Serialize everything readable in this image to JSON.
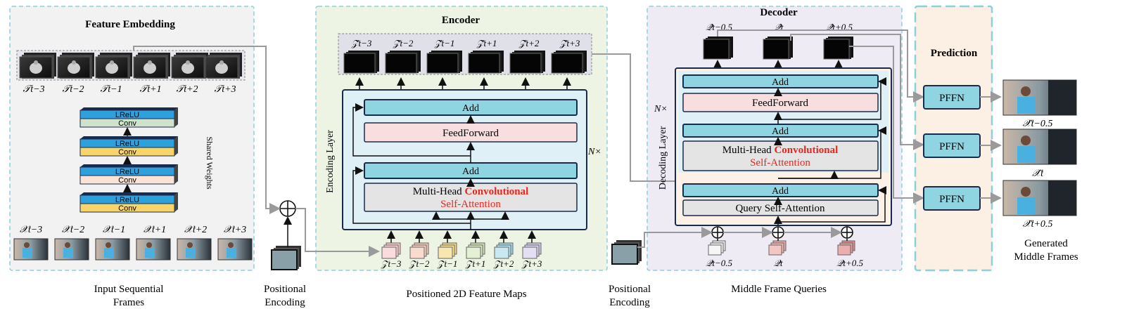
{
  "feature_embedding": {
    "title": "Feature Embedding",
    "shared_weights": "Shared Weights",
    "layers": [
      "LReLU",
      "Conv",
      "LReLU",
      "Conv",
      "LReLU",
      "Conv",
      "LReLU",
      "Conv"
    ],
    "feature_labels": [
      "𝒯t−3",
      "𝒯t−2",
      "𝒯t−1",
      "𝒯t+1",
      "𝒯t+2",
      "𝒯t+3"
    ],
    "input_labels": [
      "𝒳t−3",
      "𝒳t−2",
      "𝒳t−1",
      "𝒳t+1",
      "𝒳t+2",
      "𝒳t+3"
    ]
  },
  "encoder": {
    "title": "Encoder",
    "layer_label": "Encoding Layer",
    "n_label": "N×",
    "add_1": "Add",
    "feedforward": "FeedForward",
    "add_2": "Add",
    "mhca_prefix": "Multi-Head ",
    "mhca_emph": "Convolutional",
    "mhca_suffix": "Self-Attention",
    "output_labels": [
      "𝒵̂t−3",
      "𝒵̂t−2",
      "𝒵̂t−1",
      "𝒵̂t+1",
      "𝒵̂t+2",
      "𝒵̂t+3"
    ],
    "input_labels": [
      "𝒵t−3",
      "𝒵t−2",
      "𝒵t−1",
      "𝒵t+1",
      "𝒵t+2",
      "𝒵t+3"
    ]
  },
  "decoder": {
    "title": "Decoder",
    "layer_label": "Decoding Layer",
    "n_label": "N×",
    "add_top": "Add",
    "feedforward": "FeedForward",
    "add_mid": "Add",
    "mhca_prefix": "Multi-Head ",
    "mhca_emph": "Convolutional",
    "mhca_suffix": "Self-Attention",
    "add_bottom": "Add",
    "query_attention": "Query Self-Attention",
    "output_labels": [
      "𝒬̂t−0.5",
      "𝒬̂t",
      "𝒬̂t+0.5"
    ],
    "query_labels": [
      "𝒬t−0.5",
      "𝒬t",
      "𝒬t+0.5"
    ]
  },
  "prediction": {
    "title": "Prediction",
    "pffn_labels": [
      "PFFN",
      "PFFN",
      "PFFN"
    ],
    "output_labels": [
      "𝒳̂t−0.5",
      "𝒳̂t",
      "𝒳̂t+0.5"
    ]
  },
  "captions": {
    "input_sequential_frames": [
      "Input Sequential",
      "Frames"
    ],
    "positional_encoding_1": [
      "Positional",
      "Encoding"
    ],
    "positioned_feature_maps": "Positioned 2D Feature Maps",
    "positional_encoding_2": [
      "Positional",
      "Encoding"
    ],
    "middle_frame_queries": "Middle Frame Queries",
    "generated_middle_frames": [
      "Generated",
      "Middle Frames"
    ]
  },
  "colors": {
    "panel_grey": "#f2f2f2",
    "panel_green": "#eef4e4",
    "panel_purple": "#eeebf4",
    "panel_peach": "#fcefe3",
    "panel_border": "#8ecfdc",
    "block_cyan": "#8fd5e1",
    "block_pink": "#f8dede",
    "block_grey": "#e4e4e4",
    "encoding_layer_bg": "#dff1f6",
    "decoding_layer_bg": "#fdf0e6",
    "emph_red": "#e8261d",
    "lrelu_blue": "#2ea0dc",
    "conv_green": "#cfe3cc",
    "conv_yellow": "#f7d56b",
    "conv_peach": "#f9e4d5"
  }
}
